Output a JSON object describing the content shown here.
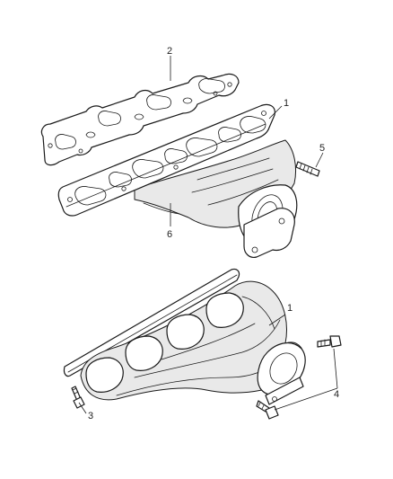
{
  "callouts": {
    "c1_upper": "1",
    "c2": "2",
    "c5": "5",
    "c6": "6",
    "c1_lower": "1",
    "c3": "3",
    "c4": "4"
  },
  "colors": {
    "line": "#1a1a1a",
    "background": "#ffffff",
    "shade": "#e9e9e9"
  }
}
